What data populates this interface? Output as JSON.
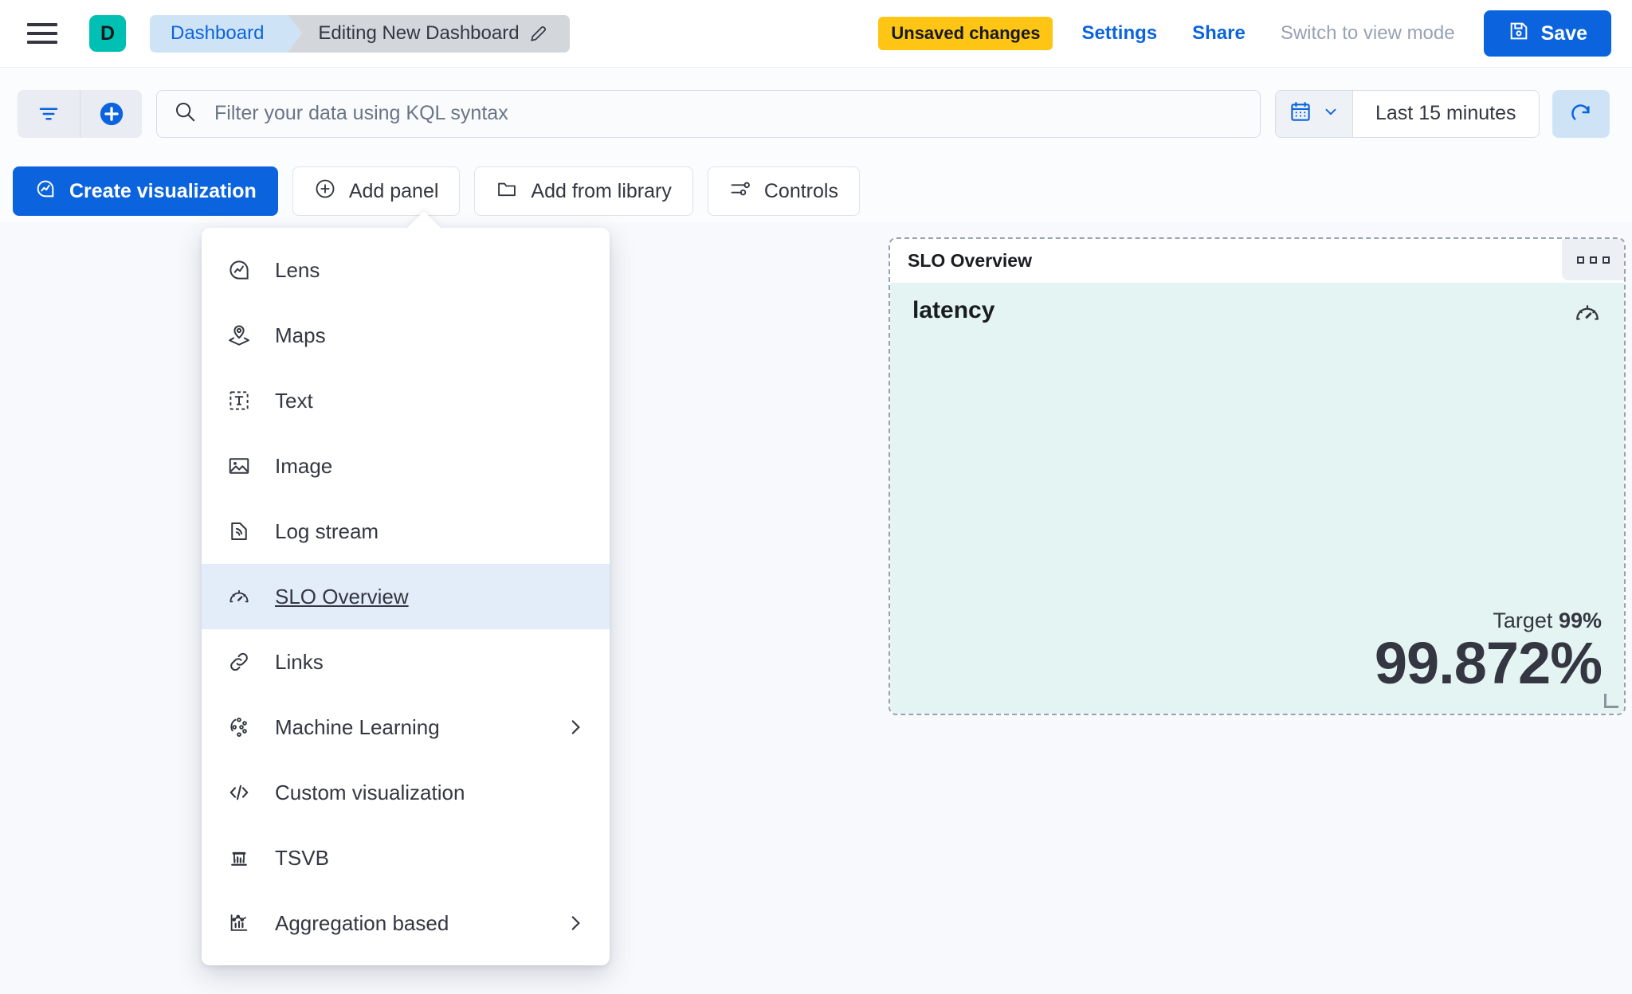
{
  "topnav": {
    "menu_icon": "hamburger-menu-icon",
    "app_badge_letter": "D",
    "breadcrumbs": [
      {
        "label": "Dashboard",
        "icon": null
      },
      {
        "label": "Editing New Dashboard",
        "icon": "pencil-icon"
      }
    ],
    "unsaved_badge": "Unsaved changes",
    "settings_link": "Settings",
    "share_link": "Share",
    "view_mode_link": "Switch to view mode",
    "save_label": "Save",
    "save_icon": "save-disk-icon",
    "accent_blue": "#0b64dd",
    "badge_yellow": "#fec514",
    "app_teal": "#00bfb3"
  },
  "querybar": {
    "filter_icon": "filter-icon",
    "add_filter_icon": "add-circle-icon",
    "search_icon": "search-icon",
    "search_value": "",
    "search_placeholder": "Filter your data using KQL syntax",
    "calendar_icon": "calendar-icon",
    "calendar_chevron": "chevron-down-icon",
    "date_range": "Last 15 minutes",
    "refresh_icon": "refresh-icon"
  },
  "toolbar": {
    "buttons": [
      {
        "label": "Create visualization",
        "icon": "lens-icon",
        "primary": true
      },
      {
        "label": "Add panel",
        "icon": "plus-circle-icon",
        "primary": false
      },
      {
        "label": "Add from library",
        "icon": "folder-icon",
        "primary": false
      },
      {
        "label": "Controls",
        "icon": "controls-icon",
        "primary": false
      }
    ]
  },
  "dropdown": {
    "items": [
      {
        "label": "Lens",
        "icon": "lens-icon",
        "active": false,
        "submenu": false
      },
      {
        "label": "Maps",
        "icon": "map-marker-layers-icon",
        "active": false,
        "submenu": false
      },
      {
        "label": "Text",
        "icon": "text-box-icon",
        "active": false,
        "submenu": false
      },
      {
        "label": "Image",
        "icon": "image-icon",
        "active": false,
        "submenu": false
      },
      {
        "label": "Log stream",
        "icon": "log-stream-icon",
        "active": false,
        "submenu": false
      },
      {
        "label": "SLO Overview",
        "icon": "gauge-icon",
        "active": true,
        "submenu": false
      },
      {
        "label": "Links",
        "icon": "link-icon",
        "active": false,
        "submenu": false
      },
      {
        "label": "Machine Learning",
        "icon": "machine-learning-icon",
        "active": false,
        "submenu": true
      },
      {
        "label": "Custom visualization",
        "icon": "code-icon",
        "active": false,
        "submenu": false
      },
      {
        "label": "TSVB",
        "icon": "tsvb-icon",
        "active": false,
        "submenu": false
      },
      {
        "label": "Aggregation based",
        "icon": "aggregation-chart-icon",
        "active": false,
        "submenu": true
      }
    ]
  },
  "slo_panel": {
    "panel_title": "SLO Overview",
    "context_menu_icon": "panel-context-menu-icon",
    "slo_name": "latency",
    "gauge_icon": "gauge-icon",
    "target_label": "Target",
    "target_value": "99%",
    "sli_value": "99.872%",
    "background_color": "#e4f4f2",
    "resize_handle_icon": "resize-handle-icon"
  }
}
